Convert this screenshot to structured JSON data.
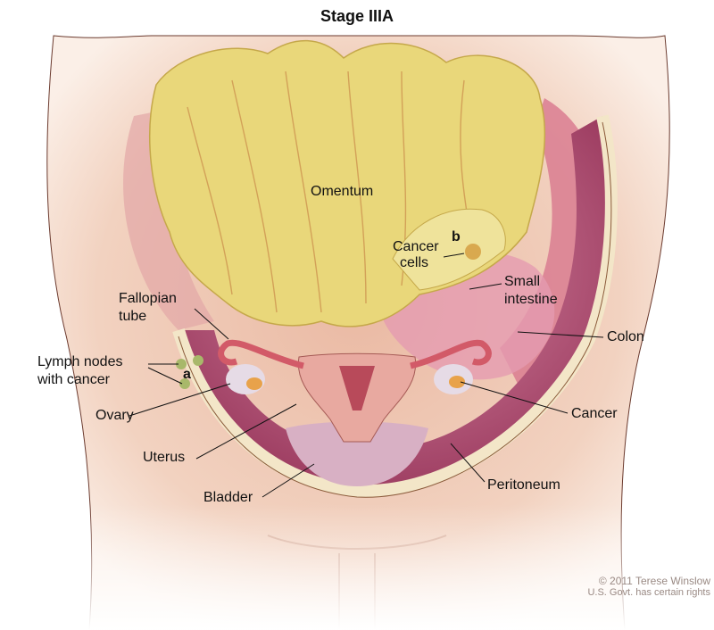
{
  "title": "Stage IIIA",
  "labels": {
    "omentum": "Omentum",
    "marker_b": "b",
    "cancer_cells_1": "Cancer",
    "cancer_cells_2": "cells",
    "small_intestine_1": "Small",
    "small_intestine_2": "intestine",
    "fallopian_1": "Fallopian",
    "fallopian_2": "tube",
    "colon": "Colon",
    "lymph_1": "Lymph nodes",
    "lymph_2": "with cancer",
    "marker_a": "a",
    "ovary": "Ovary",
    "cancer": "Cancer",
    "uterus": "Uterus",
    "peritoneum": "Peritoneum",
    "bladder": "Bladder"
  },
  "copyright": {
    "line1": "© 2011 Terese Winslow",
    "line2": "U.S. Govt. has certain rights"
  },
  "colors": {
    "skin": "#f0cdb8",
    "omentum": "#e9d77a",
    "cavity": "#b9587a",
    "peritoneum": "#f3e6c8",
    "uterus": "#e8a9a0"
  }
}
